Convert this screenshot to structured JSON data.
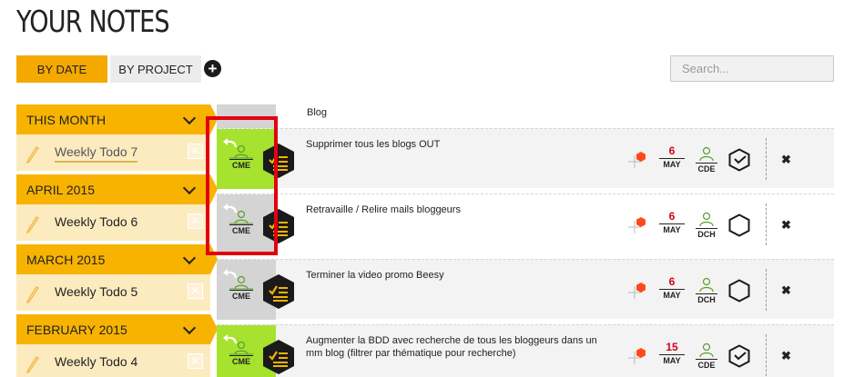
{
  "page_title": "YOUR NOTES",
  "tabs": {
    "by_date": "BY DATE",
    "by_project": "BY PROJECT"
  },
  "search": {
    "placeholder": "Search..."
  },
  "column_header": "Blog",
  "months": [
    {
      "label": "THIS MONTH"
    },
    {
      "label": "APRIL 2015"
    },
    {
      "label": "MARCH 2015"
    },
    {
      "label": "FEBRUARY 2015"
    }
  ],
  "notes": [
    {
      "label": "Weekly Todo 7"
    },
    {
      "label": "Weekly Todo 6"
    },
    {
      "label": "Weekly Todo 5"
    },
    {
      "label": "Weekly Todo 4"
    }
  ],
  "tasks": [
    {
      "text": "Supprimer tous les blogs OUT",
      "owner": "CME",
      "day": "6",
      "month": "MAY",
      "assignee": "CDE",
      "done": true
    },
    {
      "text": "Retravaille / Relire mails bloggeurs",
      "owner": "CME",
      "day": "6",
      "month": "MAY",
      "assignee": "DCH",
      "done": false
    },
    {
      "text": "Terminer la video promo Beesy",
      "owner": "CME",
      "day": "6",
      "month": "MAY",
      "assignee": "DCH",
      "done": false
    },
    {
      "text": "Augmenter la BDD avec recherche de tous les bloggeurs dans un mm blog (filtrer par thématique pour recherche)",
      "owner": "CME",
      "day": "15",
      "month": "MAY",
      "assignee": "CDE",
      "done": true
    }
  ],
  "colors": {
    "accent": "#f7b300",
    "green": "#a6e22e",
    "priority": "#ff4a1c",
    "date_red": "#d0021b",
    "highlight": "#e2000f"
  },
  "icons": [
    "pencil-icon",
    "close-icon",
    "plus-icon",
    "chevron-down-icon",
    "undo-icon",
    "person-icon",
    "checklist-hex-icon",
    "status-hex-icon",
    "priority-hex-icon"
  ]
}
